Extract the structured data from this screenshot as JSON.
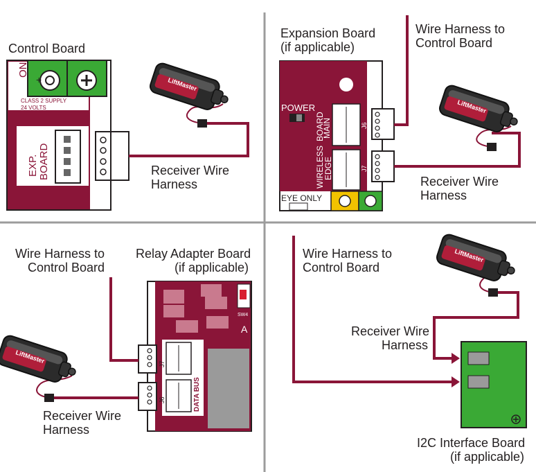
{
  "panels": {
    "top_left": {
      "title": "Control Board",
      "on_label": "ON",
      "supply_line1": "CLASS 2 SUPPLY",
      "supply_line2": "24 VOLTS",
      "exp_line1": "EXP.",
      "exp_line2": "BOARD",
      "receiver_line1": "Receiver Wire",
      "receiver_line2": "Harness"
    },
    "top_right": {
      "title_line1": "Expansion Board",
      "title_line2": "(if applicable)",
      "harness_line1": "Wire Harness to",
      "harness_line2": "Control Board",
      "power_label": "POWER",
      "main_line1": "MAIN",
      "main_line2": "BOARD",
      "wireless_line1": "WIRELESS",
      "wireless_line2": "EDGE",
      "j6_label": "J6",
      "j7_label": "J7",
      "eye_only": "EYE ONLY",
      "receiver_line1": "Receiver Wire",
      "receiver_line2": "Harness"
    },
    "bottom_left": {
      "harness_line1": "Wire Harness to",
      "harness_line2": "Control Board",
      "title_line1": "Relay Adapter Board",
      "title_line2": "(if applicable)",
      "sw4_label": "SW4",
      "j7_label": "J7",
      "j6_label": "J6",
      "data_bus": "DATA BUS",
      "receiver_line1": "Receiver Wire",
      "receiver_line2": "Harness"
    },
    "bottom_right": {
      "harness_line1": "Wire Harness to",
      "harness_line2": "Control Board",
      "receiver_line1": "Receiver Wire",
      "receiver_line2": "Harness",
      "title_line1": "I2C Interface Board",
      "title_line2": "(if applicable)"
    }
  },
  "brand_logo": "LiftMaster",
  "colors": {
    "maroon": "#8a1538",
    "green": "#3aa935",
    "yellow": "#f2c200",
    "divider": "#9c9c9c",
    "black": "#231f20"
  }
}
